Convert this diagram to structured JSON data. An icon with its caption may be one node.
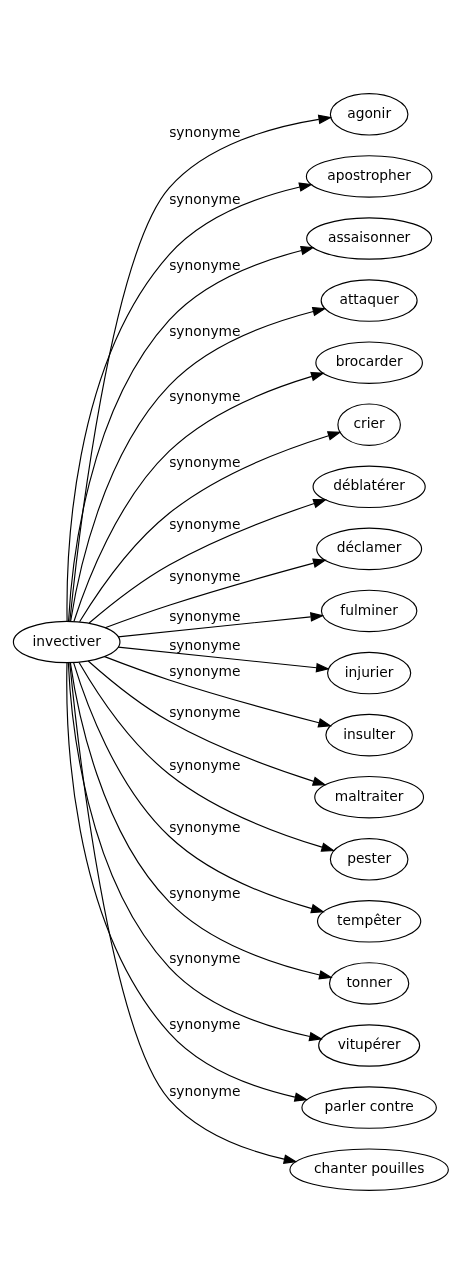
{
  "diagram": {
    "nodes": [
      {
        "text": [
          "invectiver"
        ]
      },
      {
        "text": [
          "agonir"
        ]
      },
      {
        "text": [
          "apostropher"
        ]
      },
      {
        "text": [
          "assaisonner"
        ]
      },
      {
        "text": [
          "attaquer"
        ]
      },
      {
        "text": [
          "brocarder"
        ]
      },
      {
        "text": [
          "crier"
        ]
      },
      {
        "text": [
          "déblatérer"
        ]
      },
      {
        "text": [
          "déclamer"
        ]
      },
      {
        "text": [
          "fulminer"
        ]
      },
      {
        "text": [
          "injurier"
        ]
      },
      {
        "text": [
          "insulter"
        ]
      },
      {
        "text": [
          "maltraiter"
        ]
      },
      {
        "text": [
          "pester"
        ]
      },
      {
        "text": [
          "tempêter"
        ]
      },
      {
        "text": [
          "tonner"
        ]
      },
      {
        "text": [
          "vitupérer"
        ]
      },
      {
        "text": [
          "parler contre"
        ]
      },
      {
        "text": [
          "chanter pouilles"
        ]
      }
    ],
    "edges": [
      {
        "from": 0,
        "to": 1,
        "label": "synonyme",
        "arrow": "to"
      },
      {
        "from": 0,
        "to": 2,
        "label": "synonyme",
        "arrow": "to"
      },
      {
        "from": 0,
        "to": 3,
        "label": "synonyme",
        "arrow": "to"
      },
      {
        "from": 0,
        "to": 4,
        "label": "synonyme",
        "arrow": "to"
      },
      {
        "from": 0,
        "to": 5,
        "label": "synonyme",
        "arrow": "to"
      },
      {
        "from": 0,
        "to": 6,
        "label": "synonyme",
        "arrow": "to"
      },
      {
        "from": 0,
        "to": 7,
        "label": "synonyme",
        "arrow": "to"
      },
      {
        "from": 0,
        "to": 8,
        "label": "synonyme",
        "arrow": "to"
      },
      {
        "from": 0,
        "to": 9,
        "label": "synonyme",
        "arrow": "to"
      },
      {
        "from": 0,
        "to": 10,
        "label": "synonyme",
        "arrow": "to"
      },
      {
        "from": 0,
        "to": 11,
        "label": "synonyme",
        "arrow": "to"
      },
      {
        "from": 0,
        "to": 12,
        "label": "synonyme",
        "arrow": "to"
      },
      {
        "from": 0,
        "to": 13,
        "label": "synonyme",
        "arrow": "to"
      },
      {
        "from": 0,
        "to": 14,
        "label": "synonyme",
        "arrow": "to"
      },
      {
        "from": 0,
        "to": 15,
        "label": "synonyme",
        "arrow": "to"
      },
      {
        "from": 0,
        "to": 16,
        "label": "synonyme",
        "arrow": "to"
      },
      {
        "from": 0,
        "to": 17,
        "label": "synonyme",
        "arrow": "to"
      },
      {
        "from": 0,
        "to": 18,
        "label": "synonyme",
        "arrow": "to"
      }
    ]
  }
}
